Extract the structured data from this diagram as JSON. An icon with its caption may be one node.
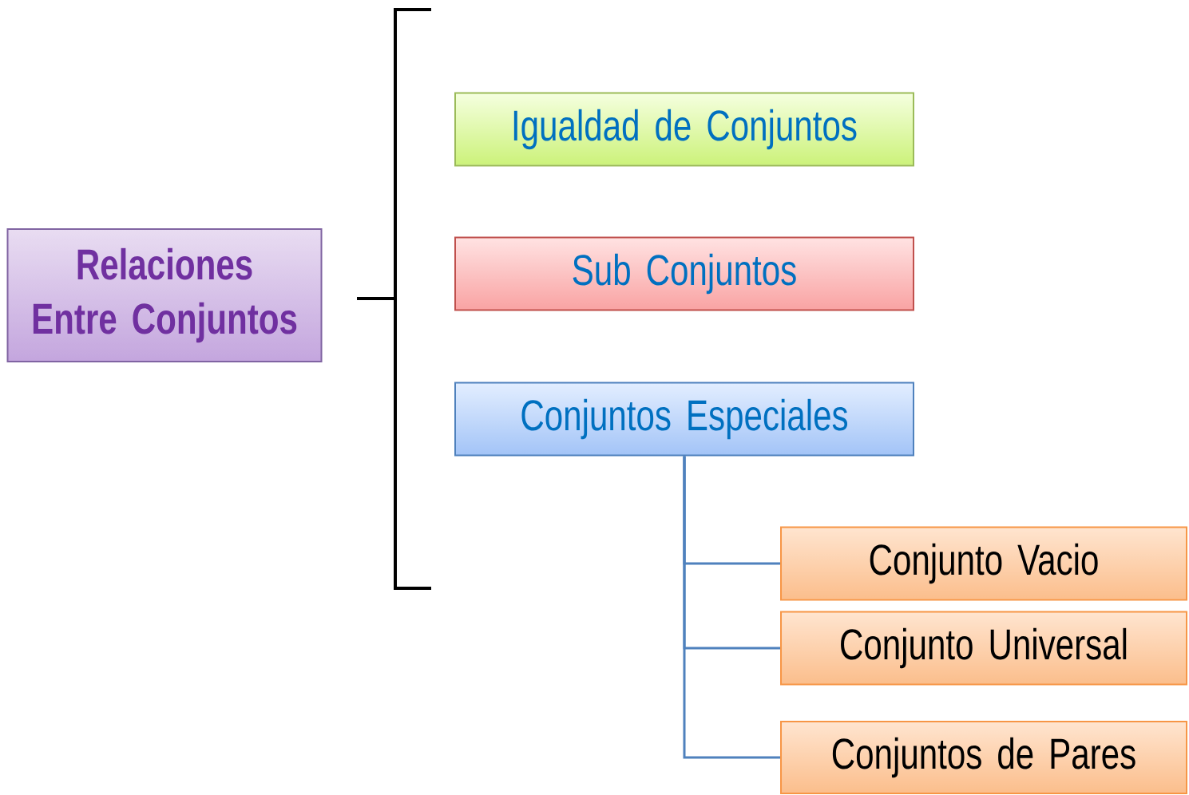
{
  "diagram": {
    "nodes": [
      {
        "text": [
          "Relaciones Entre Conjuntos"
        ]
      },
      {
        "text": [
          "Igualdad de Conjuntos"
        ]
      },
      {
        "text": [
          "Sub Conjuntos"
        ]
      },
      {
        "text": [
          "Conjuntos Especiales"
        ]
      },
      {
        "text": [
          "Conjunto Vacio"
        ]
      },
      {
        "text": [
          "Conjunto Universal"
        ]
      },
      {
        "text": [
          "Conjuntos de Pares"
        ]
      }
    ],
    "edges": [
      {
        "from": 3,
        "to": 4,
        "arrow": "none"
      },
      {
        "from": 3,
        "to": 5,
        "arrow": "none"
      },
      {
        "from": 3,
        "to": 6,
        "arrow": "none"
      }
    ]
  }
}
